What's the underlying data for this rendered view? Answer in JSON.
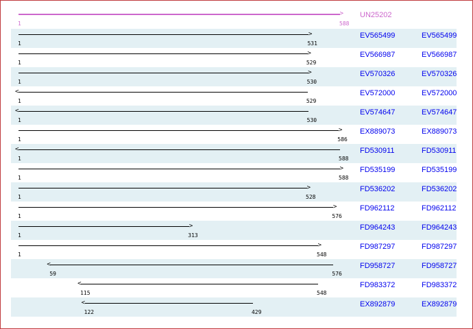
{
  "reference": {
    "name": "UN25202",
    "start": 1,
    "end": 588,
    "direction": "forward",
    "color": "#cc66cc"
  },
  "scale_max": 588,
  "rows": [
    {
      "name": "EV565499",
      "start": 1,
      "end": 531,
      "direction": "forward"
    },
    {
      "name": "EV566987",
      "start": 1,
      "end": 529,
      "direction": "forward"
    },
    {
      "name": "EV570326",
      "start": 1,
      "end": 530,
      "direction": "forward"
    },
    {
      "name": "EV572000",
      "start": 1,
      "end": 529,
      "direction": "reverse"
    },
    {
      "name": "EV574647",
      "start": 1,
      "end": 530,
      "direction": "reverse"
    },
    {
      "name": "EX889073",
      "start": 1,
      "end": 586,
      "direction": "forward"
    },
    {
      "name": "FD530911",
      "start": 1,
      "end": 588,
      "direction": "reverse"
    },
    {
      "name": "FD535199",
      "start": 1,
      "end": 588,
      "direction": "forward"
    },
    {
      "name": "FD536202",
      "start": 1,
      "end": 528,
      "direction": "forward"
    },
    {
      "name": "FD962112",
      "start": 1,
      "end": 576,
      "direction": "forward"
    },
    {
      "name": "FD964243",
      "start": 1,
      "end": 313,
      "direction": "forward"
    },
    {
      "name": "FD987297",
      "start": 1,
      "end": 548,
      "direction": "forward"
    },
    {
      "name": "FD958727",
      "start": 59,
      "end": 576,
      "direction": "reverse"
    },
    {
      "name": "FD983372",
      "start": 115,
      "end": 548,
      "direction": "reverse"
    },
    {
      "name": "EX892879",
      "start": 122,
      "end": 429,
      "direction": "reverse"
    }
  ],
  "colors": {
    "shade": "#e3f0f4",
    "link": "#0000ee",
    "border": "#c0393b"
  }
}
